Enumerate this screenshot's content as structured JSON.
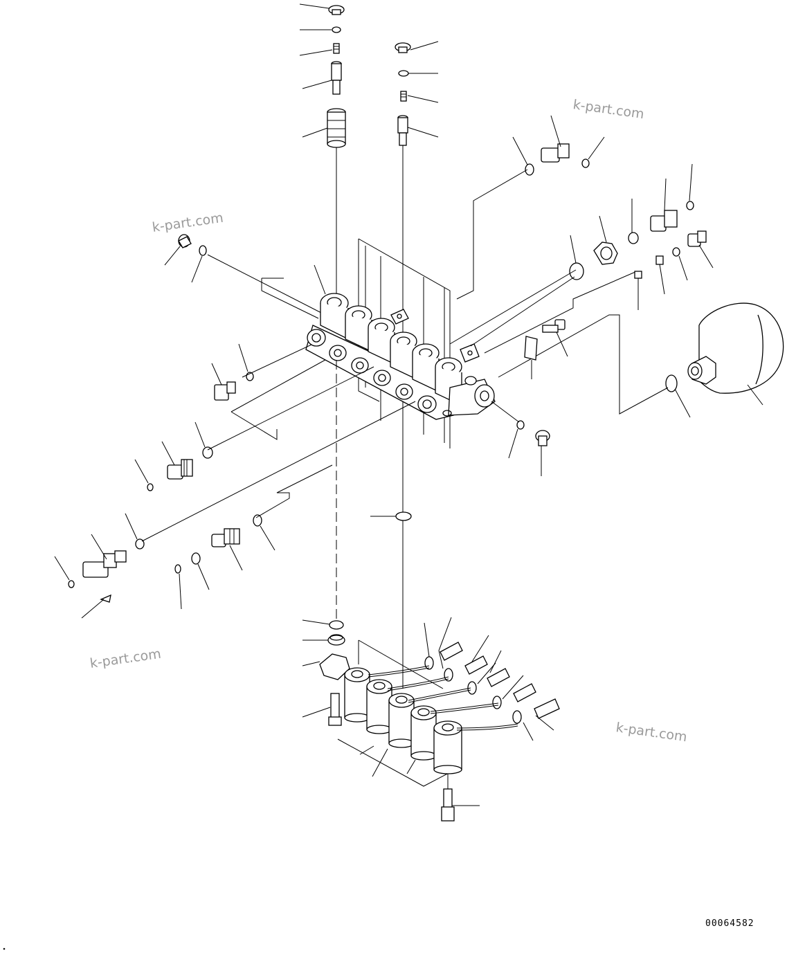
{
  "watermarks": {
    "top_left": "k-part.com",
    "top_right": "k-part.com",
    "bottom_left": "k-part.com",
    "bottom_right": "k-part.com"
  },
  "drawing_number": "00064582",
  "icons": {
    "valve_block": "valve-block-icon",
    "accumulator": "accumulator-icon",
    "solenoid": "solenoid-coil-icon",
    "connector": "connector-icon"
  }
}
